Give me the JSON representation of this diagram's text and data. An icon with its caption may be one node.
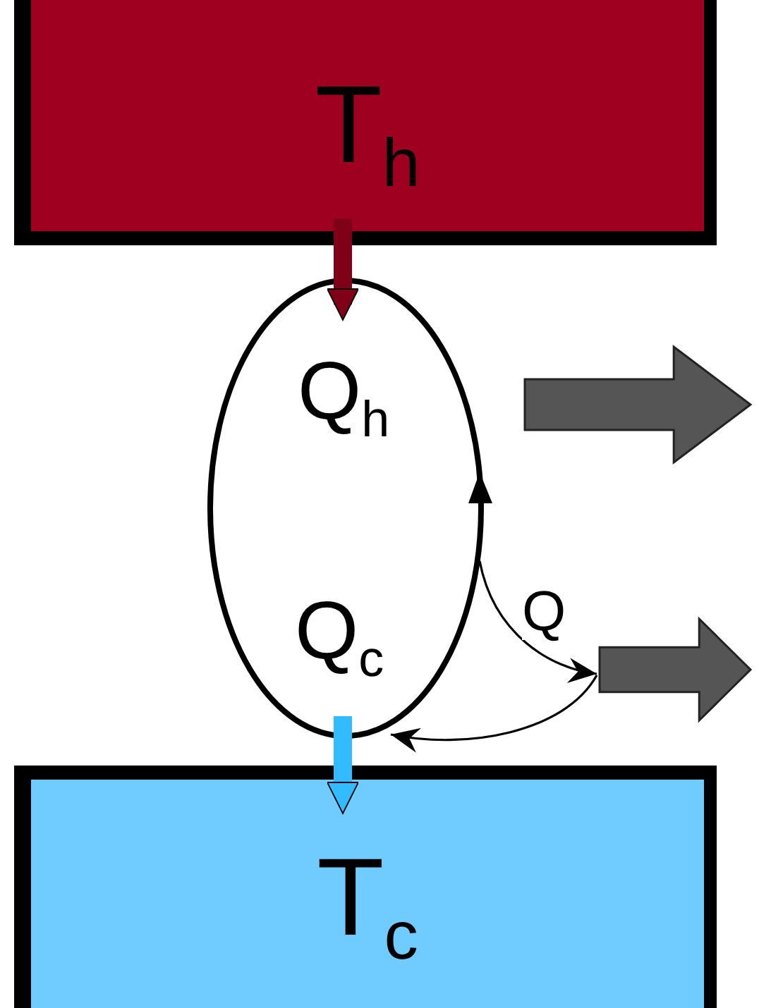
{
  "diagram": {
    "nodes": [
      {
        "text": [
          "T$_{h}$"
        ]
      },
      {
        "text": [
          "Q$_{h}$",
          "Q$_{c}$"
        ]
      },
      {
        "text": [
          "T$_{c}$"
        ]
      },
      {
        "text": [],
        "shape": "arrow"
      },
      {
        "text": [],
        "shape": "arrow"
      }
    ],
    "edges": [
      {
        "from": 0,
        "to": 1,
        "arrow": "to",
        "style": "thick",
        "color": "#800018"
      },
      {
        "from": 1,
        "to": 2,
        "arrow": "to",
        "style": "thick",
        "color": "#33bbff"
      },
      {
        "from": 1,
        "to": 4,
        "arrow": "to",
        "label": "Q"
      },
      {
        "from": 4,
        "to": 1,
        "arrow": "to"
      }
    ]
  }
}
